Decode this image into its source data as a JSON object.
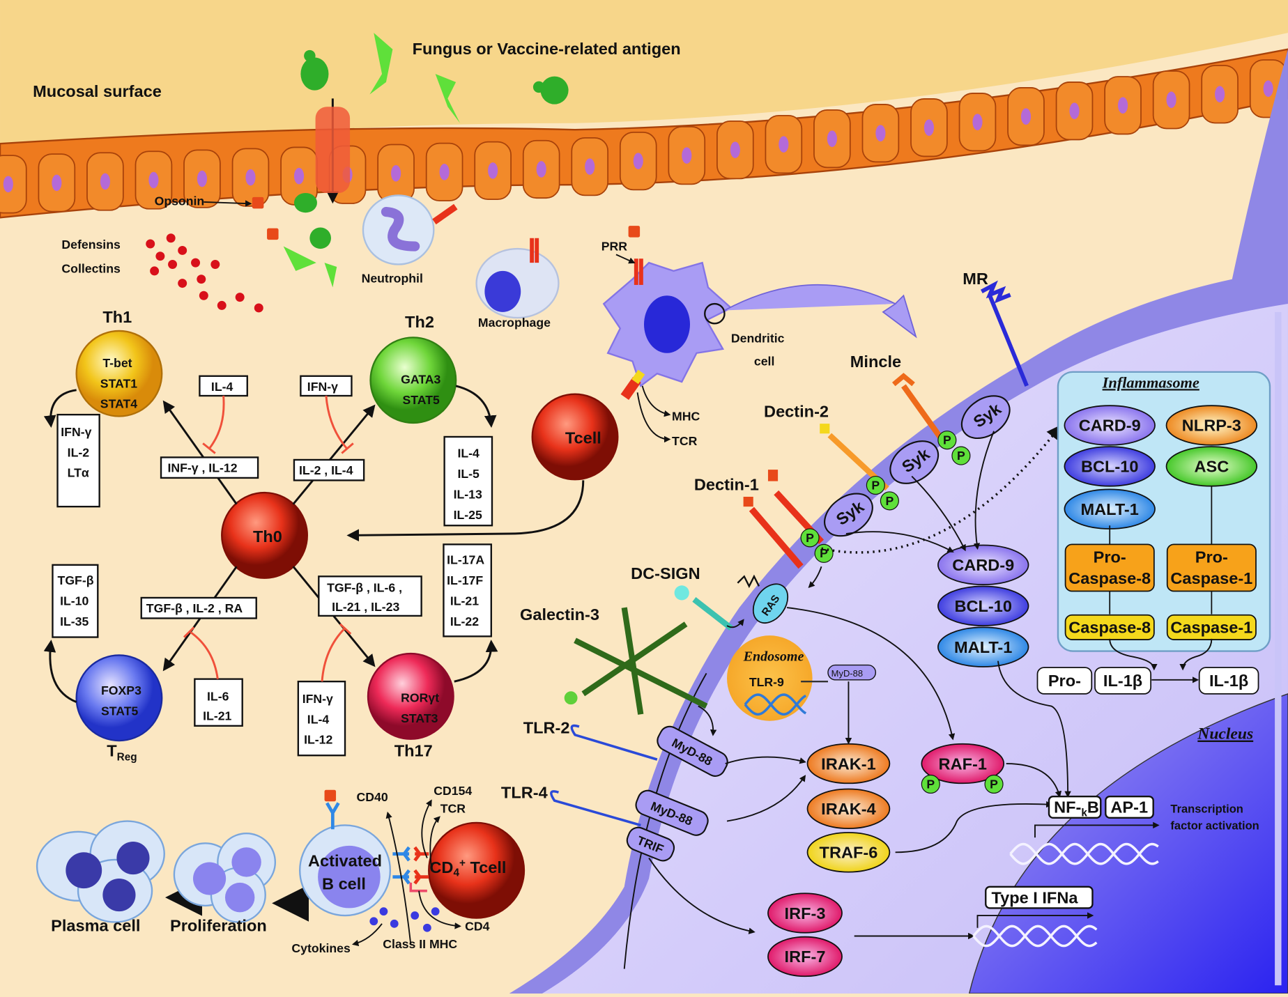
{
  "title_labels": {
    "mucosal_surface": "Mucosal surface",
    "antigen": "Fungus or Vaccine-related antigen",
    "opsonin": "Opsonin",
    "defensins": "Defensins",
    "collectins": "Collectins",
    "neutrophil": "Neutrophil",
    "macrophage": "Macrophage",
    "prr": "PRR",
    "dendritic_cell_1": "Dendritic",
    "dendritic_cell_2": "cell",
    "tcell": "Tcell",
    "mhc": "MHC",
    "tcr": "TCR",
    "mr": "MR"
  },
  "th_cells": {
    "th0": {
      "name": "Th0"
    },
    "th1": {
      "name": "Th1",
      "factors": [
        "T-bet",
        "STAT1",
        "STAT4"
      ],
      "products": [
        "IFN-γ",
        "IL-2",
        "LTα"
      ],
      "inducers": "INF-γ , IL-12",
      "inhibitor": "IL-4"
    },
    "th2": {
      "name": "Th2",
      "factors": [
        "GATA3",
        "STAT5"
      ],
      "products": [
        "IL-4",
        "IL-5",
        "IL-13",
        "IL-25"
      ],
      "inducers": "IL-2 , IL-4",
      "inhibitor": "IFN-γ"
    },
    "treg": {
      "name": "T",
      "sub": "Reg",
      "factors": [
        "FOXP3",
        "STAT5"
      ],
      "products": [
        "TGF-β",
        "IL-10",
        "IL-35"
      ],
      "inducers": "TGF-β , IL-2 , RA",
      "inhibitors": [
        "IL-6",
        "IL-21"
      ]
    },
    "th17": {
      "name": "Th17",
      "factors": [
        "RORγt",
        "STAT3"
      ],
      "products": [
        "IL-17A",
        "IL-17F",
        "IL-21",
        "IL-22"
      ],
      "inducers": [
        "TGF-β , IL-6 ,",
        "IL-21 , IL-23"
      ],
      "inhibitors": [
        "IFN-γ",
        "IL-4",
        "IL-12"
      ]
    }
  },
  "b_cell": {
    "plasma_cell": "Plasma cell",
    "proliferation": "Proliferation",
    "activated_1": "Activated",
    "activated_2": "B cell",
    "cd4_tcell": "CD",
    "cd4_sub": "4",
    "cd4_sup": "+",
    "cd4_tail": " Tcell",
    "cd40": "CD40",
    "cd154": "CD154",
    "tcr": "TCR",
    "cd4": "CD4",
    "cytokines": "Cytokines",
    "class2_mhc": "Class II MHC"
  },
  "receptors": {
    "mincle": "Mincle",
    "dectin2": "Dectin-2",
    "dectin1": "Dectin-1",
    "dcsign": "DC-SIGN",
    "galectin3": "Galectin-3",
    "tlr2": "TLR-2",
    "tlr4": "TLR-4",
    "syk": "Syk",
    "p": "P",
    "ras": "RAS"
  },
  "endosome": {
    "title": "Endosome",
    "tlr9": "TLR-9",
    "myd88": "MyD-88"
  },
  "signaling": {
    "card9": "CARD-9",
    "bcl10": "BCL-10",
    "malt1": "MALT-1",
    "myd88": "MyD-88",
    "trif": "TRIF",
    "irak1": "IRAK-1",
    "irak4": "IRAK-4",
    "traf6": "TRAF-6",
    "raf1": "RAF-1",
    "irf3": "IRF-3",
    "irf7": "IRF-7"
  },
  "inflammasome": {
    "title": "Inflammasome",
    "card9": "CARD-9",
    "bcl10": "BCL-10",
    "malt1": "MALT-1",
    "nlrp3": "NLRP-3",
    "asc": "ASC",
    "pro": "Pro-",
    "procasp8": "Caspase-8",
    "procasp1": "Caspase-1",
    "casp8": "Caspase-8",
    "casp1": "Caspase-1",
    "pro_il1b_a": "Pro-",
    "pro_il1b_b": "IL-1β",
    "il1b": "IL-1β"
  },
  "nucleus": {
    "title": "Nucleus",
    "nfkb": "NF-",
    "nfkb_sub": "k",
    "nfkb_tail": "B",
    "ap1": "AP-1",
    "tf_1": "Transcription",
    "tf_2": "factor activation",
    "type1": "Type I IFNa"
  },
  "colors": {
    "background": "#fbe7c2",
    "mucosa": "#f7d68a",
    "epithelium": "#ee7a1e",
    "cell_body": "#d9d4fb",
    "membrane": "#8f87e6",
    "nucleus": "#5a4fe8",
    "inflammasome_bg": "#bfe6f6",
    "orange_box": "#f7a21a",
    "yellow_box": "#f4d81c",
    "inhibit": "#f0503a"
  }
}
